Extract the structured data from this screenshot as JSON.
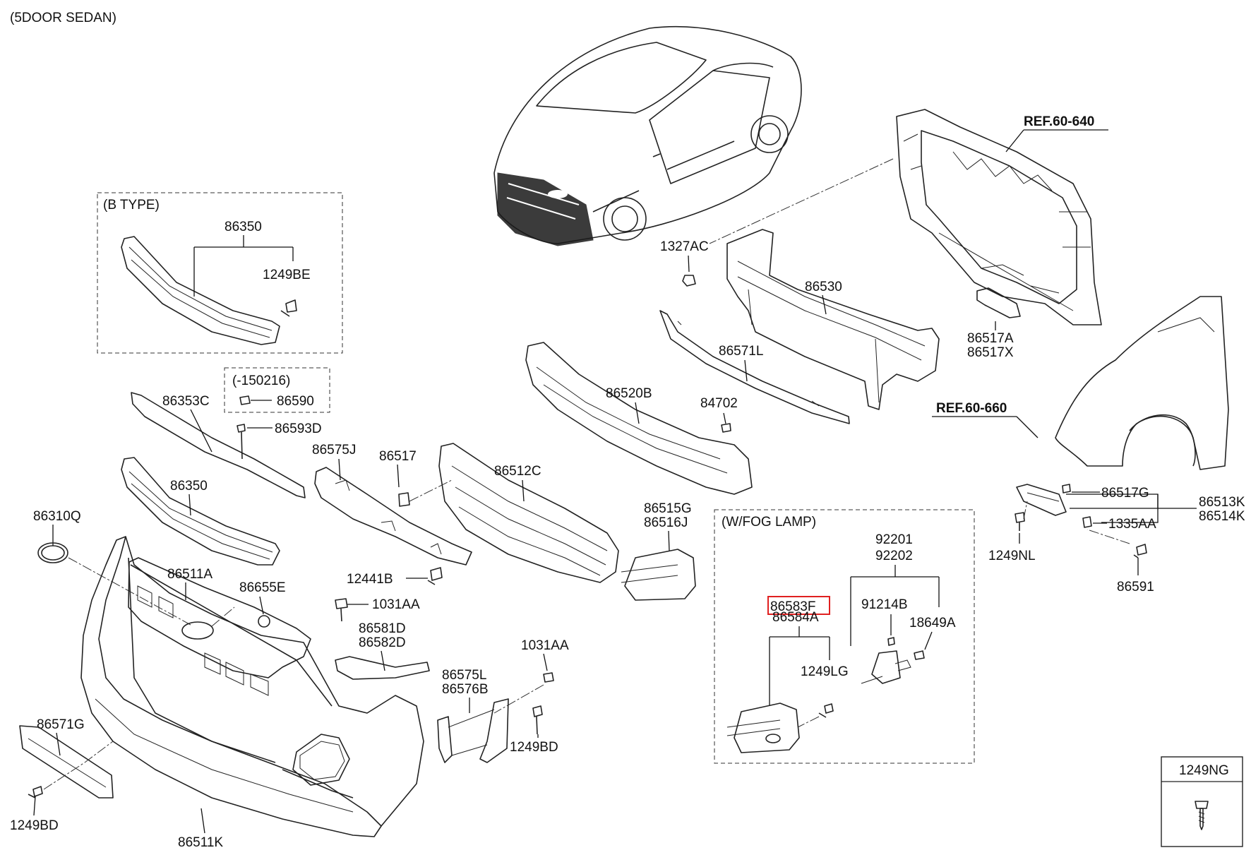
{
  "title": "(5DOOR SEDAN)",
  "boxes": {
    "b_type": "(B TYPE)",
    "date_code": "(-150216)",
    "fog_lamp": "(W/FOG LAMP)"
  },
  "references": {
    "ref_640": "REF.60-640",
    "ref_660": "REF.60-660"
  },
  "legend_box": {
    "part": "1249NG"
  },
  "highlight_color": "#e02020",
  "labels": {
    "l86350_b": "86350",
    "l1249BE": "1249BE",
    "l150216_part": "86590",
    "l86353C": "86353C",
    "l86593D": "86593D",
    "l86350": "86350",
    "l86310Q": "86310Q",
    "l86511A": "86511A",
    "l86655E": "86655E",
    "l86575J": "86575J",
    "l86517": "86517",
    "l86512C": "86512C",
    "l12441B": "12441B",
    "l1031AA_a": "1031AA",
    "l86581D": "86581D",
    "l86582D": "86582D",
    "l1031AA_b": "1031AA",
    "l86575L": "86575L",
    "l86576B": "86576B",
    "l1249BD_a": "1249BD",
    "l86571G": "86571G",
    "l1249BD_b": "1249BD",
    "l86511K": "86511K",
    "l86520B": "86520B",
    "l84702": "84702",
    "l86515G": "86515G",
    "l86516J": "86516J",
    "l1327AC": "1327AC",
    "l86530": "86530",
    "l86571L": "86571L",
    "l86517A": "86517A",
    "l86517X": "86517X",
    "l92201": "92201",
    "l92202": "92202",
    "l86583F": "86583F",
    "l86584A": "86584A",
    "l91214B": "91214B",
    "l18649A": "18649A",
    "l1249LG": "1249LG",
    "l86517G": "86517G",
    "l86513K": "86513K",
    "l86514K": "86514K",
    "l1335AA": "1335AA",
    "l1249NL": "1249NL",
    "l86591": "86591"
  }
}
